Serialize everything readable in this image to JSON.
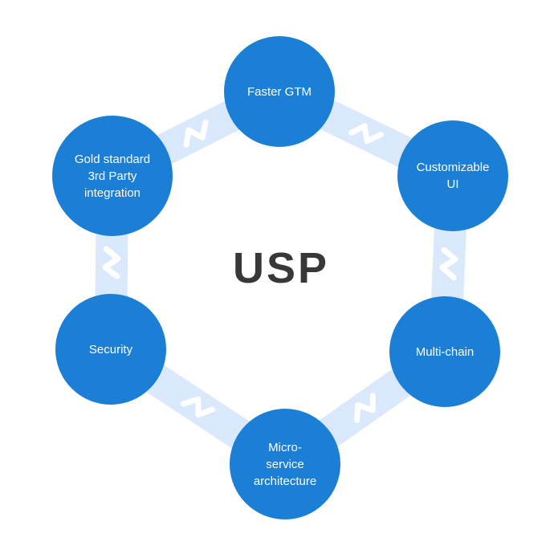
{
  "title": "USP",
  "colors": {
    "background": "#ffffff",
    "node-fill": "#1a7fd5",
    "node-text": "#ffffff",
    "band": "#d9e8fb",
    "break-mark": "#ffffff",
    "title-color": "#383838"
  },
  "nodes": [
    {
      "id": "faster-gtm",
      "label": "Faster GTM"
    },
    {
      "id": "customizable-ui",
      "label": "Customizable\nUI"
    },
    {
      "id": "multi-chain",
      "label": "Multi-chain"
    },
    {
      "id": "micro-service-architecture",
      "label": "Micro-\nservice\narchitecture"
    },
    {
      "id": "security",
      "label": "Security"
    },
    {
      "id": "gold-standard-3rd-party-integration",
      "label": "Gold standard\n3rd Party\nintegration"
    }
  ]
}
